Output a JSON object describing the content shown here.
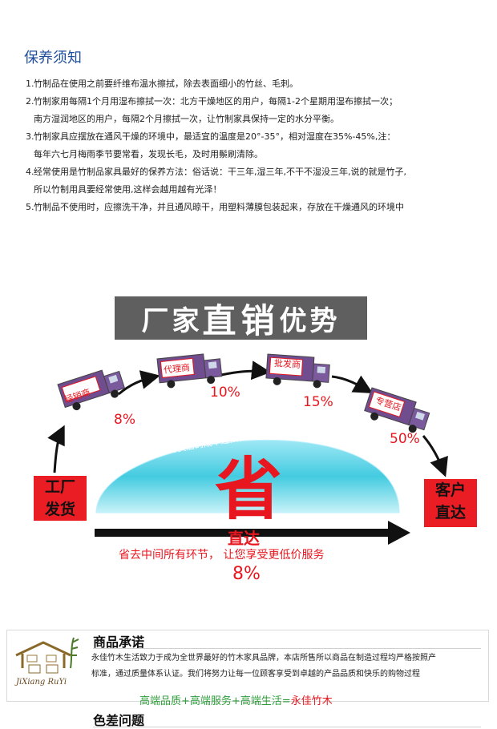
{
  "care": {
    "title": "保养须知",
    "items": [
      {
        "num": "1.",
        "lines": [
          "竹制品在使用之前要纤维布温水擦拭，除去表面细小的竹丝、毛刺。"
        ]
      },
      {
        "num": "2.",
        "lines": [
          "竹制家用每隔1个月用湿布擦拭一次：北方干燥地区的用户，每隔1-2个星期用湿布擦拭一次；",
          "南方湿润地区的用户，每隔2个月擦拭一次，让竹制家具保持一定的水分平衡。"
        ]
      },
      {
        "num": "3.",
        "lines": [
          "竹制家具应摆放在通风干燥的环境中，最适宜的温度是20°-35°，相对湿度在35%-45%,注：",
          "每年六七月梅雨季节要常看，发现长毛，及时用鬃刷清除。"
        ]
      },
      {
        "num": "4.",
        "lines": [
          "经常使用是竹制品家具最好的保养方法：俗话说：干三年,湿三年,不干不湿没三年,说的就是竹子,",
          "所以竹制用具要经常使用,这样会越用越有光泽！"
        ]
      },
      {
        "num": "5.",
        "lines": [
          "竹制品不使用时，应擦洗干净，并且通风晾干，用塑料薄膜包装起来，存放在干燥通风的环境中"
        ]
      }
    ]
  },
  "banner": {
    "part1": "厂家",
    "part2": "直销",
    "part3": "优势"
  },
  "diagram": {
    "factory_line1": "工厂",
    "factory_line2": "发货",
    "customer_line1": "客户",
    "customer_line2": "直达",
    "trucks": [
      {
        "label": "经销商",
        "percent": "8%"
      },
      {
        "label": "代理商",
        "percent": "10%"
      },
      {
        "label": "批发商",
        "percent": "15%"
      },
      {
        "label": "专营店",
        "percent": "50%"
      }
    ],
    "dome_text": "工厂到专卖店的成本连接，  都是由消费者买单",
    "save_char": "省",
    "direct": "直达",
    "slogan": "省去中间所有环节，  让您享受更低价服务",
    "save_percent": "8%"
  },
  "promise": {
    "title": "商品承诺",
    "text_line1": "永佳竹木生活致力于成为全世界最好的竹木家具品牌，本店所售所以商品在制造过程均严格按照产",
    "text_line2": "标准，通过质量体系认证。我们将努力让每一位顾客享受到卓越的产品品质和快乐的购物过程",
    "quality_prefix": "高端品质+高端服务+高端生活=",
    "quality_brand": "永佳竹木",
    "logo_text": "JiXiang RuYi"
  },
  "color_diff": {
    "title": "色差问题"
  },
  "colors": {
    "accent_blue": "#1f4e9c",
    "red": "#e8161e",
    "dome": "#43cbe0",
    "truck_body": "#6f4d8e",
    "green": "#2e9d3a"
  }
}
